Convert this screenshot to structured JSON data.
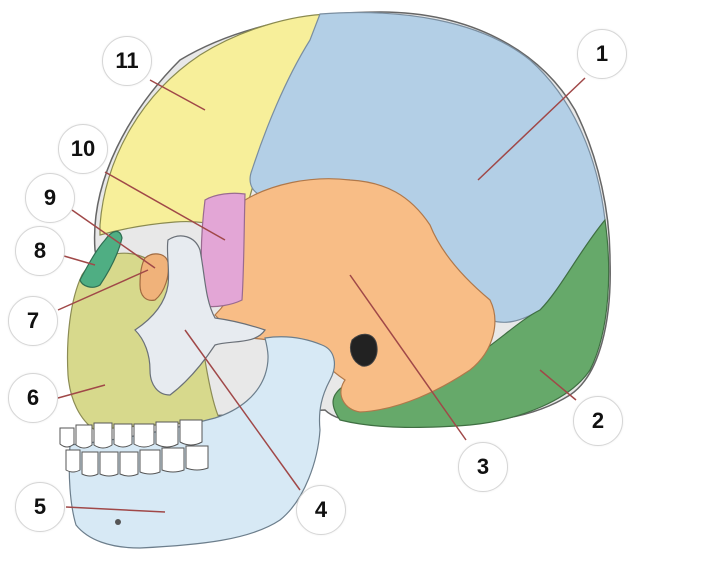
{
  "diagram": {
    "subject": "skull-lateral-view",
    "callouts": [
      {
        "id": "1",
        "label": "1"
      },
      {
        "id": "2",
        "label": "2"
      },
      {
        "id": "3",
        "label": "3"
      },
      {
        "id": "4",
        "label": "4"
      },
      {
        "id": "5",
        "label": "5"
      },
      {
        "id": "6",
        "label": "6"
      },
      {
        "id": "7",
        "label": "7"
      },
      {
        "id": "8",
        "label": "8"
      },
      {
        "id": "9",
        "label": "9"
      },
      {
        "id": "10",
        "label": "10"
      },
      {
        "id": "11",
        "label": "11"
      }
    ],
    "colors": {
      "parietal": "#b3cfe6",
      "occipital": "#66a96a",
      "temporal": "#f8bd86",
      "zygomatic": "#e7ebf0",
      "mandible": "#d7e9f5",
      "maxilla": "#d7d98c",
      "lacrimal": "#f0b27a",
      "nasal": "#4fae83",
      "sphenoid": "#e3a6d6",
      "frontal": "#f7ef9a",
      "leader_line": "#a04848",
      "outline": "#555555"
    }
  }
}
